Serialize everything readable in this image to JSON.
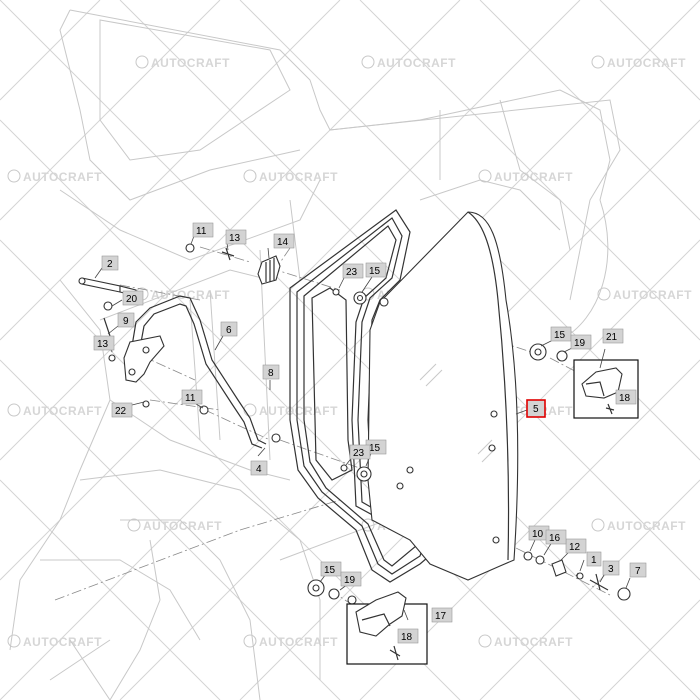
{
  "watermark": {
    "text": "AUTOCRAFT"
  },
  "callouts": [
    {
      "num": "1"
    },
    {
      "num": "2"
    },
    {
      "num": "3"
    },
    {
      "num": "4"
    },
    {
      "num": "5"
    },
    {
      "num": "6"
    },
    {
      "num": "7"
    },
    {
      "num": "8"
    },
    {
      "num": "9"
    },
    {
      "num": "10"
    },
    {
      "num": "11"
    },
    {
      "num": "11"
    },
    {
      "num": "12"
    },
    {
      "num": "13"
    },
    {
      "num": "13"
    },
    {
      "num": "14"
    },
    {
      "num": "15"
    },
    {
      "num": "15"
    },
    {
      "num": "15"
    },
    {
      "num": "15"
    },
    {
      "num": "16"
    },
    {
      "num": "17"
    },
    {
      "num": "18"
    },
    {
      "num": "18"
    },
    {
      "num": "19"
    },
    {
      "num": "19"
    },
    {
      "num": "20"
    },
    {
      "num": "21"
    },
    {
      "num": "22"
    },
    {
      "num": "23"
    },
    {
      "num": "23"
    }
  ],
  "colors": {
    "tag_fill": "#d3d3d3",
    "highlight": "#e00000",
    "watermark": "#d6d6d6"
  }
}
